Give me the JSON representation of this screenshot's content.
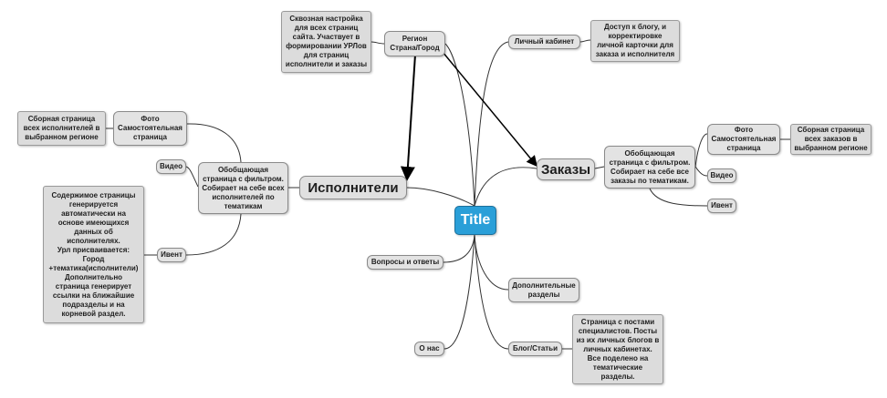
{
  "root": "Title",
  "nodes": {
    "region": "Регион\nСтрана/Город",
    "region_note": "Сквозная настройка\nдля всех страниц\nсайта. Участвует в\nформировании УРЛов\nдля страниц\nисполнители и заказы",
    "cabinet": "Личный кабинет",
    "cabinet_note": "Доступ к блогу, и\nкорректировке\nличной карточки для\nзаказа и исполнителя",
    "orders": "Заказы",
    "orders_agg": "Обобщающая\nстраница с фильтром.\nСобирает на себе все\nзаказы по тематикам.",
    "orders_photo": "Фото\nСамостоятельная\nстраница",
    "orders_photo_note": "Сборная страница\nвсех заказов в\nвыбранном регионе",
    "orders_video": "Видео",
    "orders_event": "Ивент",
    "performers": "Исполнители",
    "perf_agg": "Обобщающая\nстраница с фильтром.\nСобирает на себе всех\nисполнителей по\nтематикам",
    "perf_photo": "Фото\nСамостоятельная\nстраница",
    "perf_photo_note": "Сборная страница\nвсех исполнителей в\nвыбранном регионе",
    "perf_video": "Видео",
    "perf_event": "Ивент",
    "perf_event_note": "Содержимое страницы\nгенерируется\nавтоматически на\nоснове имеющихся\nданных об\nисполнителях.\nУрл присваивается:\nГород\n+тематика(исполнители)\nДополнительно\nстраница генерирует\nссылки на ближайшие\nподразделы и на\nкорневой раздел.",
    "faq": "Вопросы и ответы",
    "extra": "Дополнительные\nразделы",
    "about": "О нас",
    "blog": "Блог/Статьи",
    "blog_note": "Страница с постами\nспециалистов. Посты\nиз их личных блогов в\nличных кабинетах.\nВсе поделено на\nтематические\nразделы."
  }
}
